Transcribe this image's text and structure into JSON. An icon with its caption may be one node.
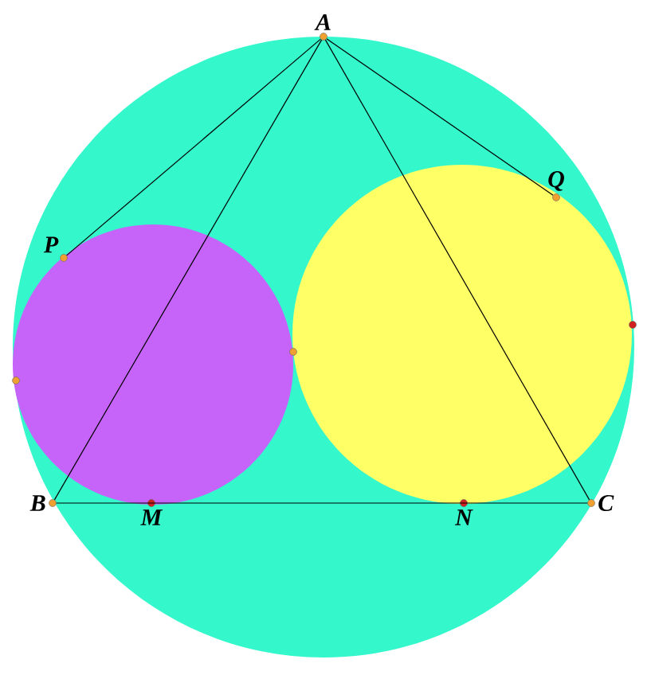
{
  "diagram": {
    "nodes": [
      {
        "text": [
          "A"
        ]
      },
      {
        "text": [
          "P"
        ]
      },
      {
        "text": [
          "Q"
        ]
      },
      {
        "text": [
          "B"
        ]
      },
      {
        "text": [
          "M"
        ]
      },
      {
        "text": [
          "N"
        ]
      },
      {
        "text": [
          "C"
        ]
      }
    ],
    "edges": [
      {
        "from": 0,
        "to": 1,
        "arrow": "none"
      },
      {
        "from": 0,
        "to": 2,
        "arrow": "none"
      },
      {
        "from": 0,
        "to": 3,
        "arrow": "none"
      },
      {
        "from": 0,
        "to": 6,
        "arrow": "none"
      },
      {
        "from": 3,
        "to": 6,
        "arrow": "none"
      }
    ]
  }
}
